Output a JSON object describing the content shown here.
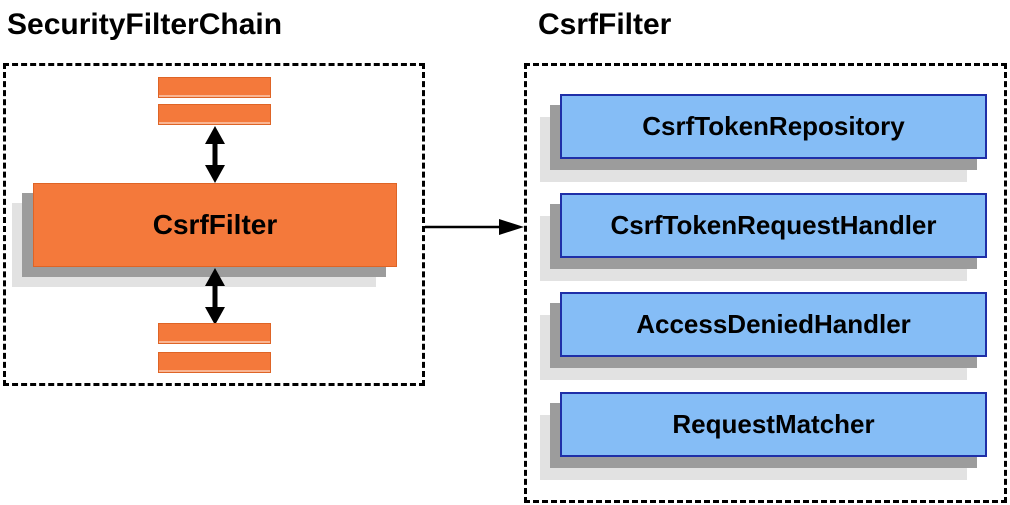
{
  "left_panel": {
    "title": "SecurityFilterChain",
    "filter_label": "CsrfFilter"
  },
  "right_panel": {
    "title": "CsrfFilter",
    "components": [
      {
        "label": "CsrfTokenRepository"
      },
      {
        "label": "CsrfTokenRequestHandler"
      },
      {
        "label": "AccessDeniedHandler"
      },
      {
        "label": "RequestMatcher"
      }
    ]
  },
  "colors": {
    "orange_fill": "#F4793B",
    "orange_border": "#DE6426",
    "blue_fill": "#85BDF6",
    "blue_border": "#1F2FA8",
    "shadow_dark": "#9C9C9C",
    "shadow_light": "#E2E2E2",
    "arrow": "#000000",
    "outline": "#000000"
  }
}
